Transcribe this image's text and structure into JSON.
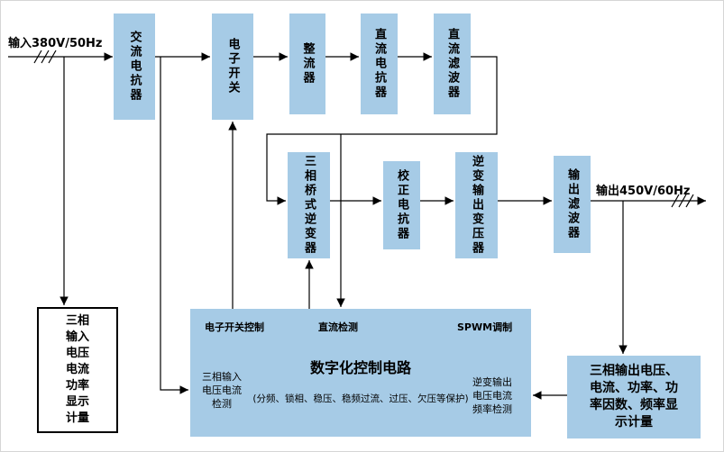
{
  "colors": {
    "block_fill": "#a6cbe6",
    "wire": "#000000",
    "background": "#ffffff",
    "meter_border": "#000000",
    "text": "#000000"
  },
  "io": {
    "input_label": "输入380V/50Hz",
    "output_label": "输出450V/60Hz"
  },
  "blocks": {
    "ac_reactor": "交流电抗器",
    "electronic_switch": "电子开关",
    "rectifier": "整流器",
    "dc_reactor": "直流电抗器",
    "dc_filter": "直流滤波器",
    "inverter": "三相桥式逆变器",
    "correction_reactor": "校正电抗器",
    "output_transformer": "逆变输出变压器",
    "output_filter": "输出滤波器",
    "input_meter": "三相输入电压电流功率显示计量",
    "output_meter": "三相输出电压、电流、功率、功率因数、频率显示计量"
  },
  "control_unit": {
    "title": "数字化控制电路",
    "subtitle": "(分频、锁相、稳压、稳频过流、过压、欠压等保护)",
    "switch_control_label": "电子开关控制",
    "dc_detect_label": "直流检测",
    "spwm_label": "SPWM调制",
    "input_detect_label": "三相输入电压电流检测",
    "output_detect_label": "逆变输出电压电流频率检测"
  }
}
